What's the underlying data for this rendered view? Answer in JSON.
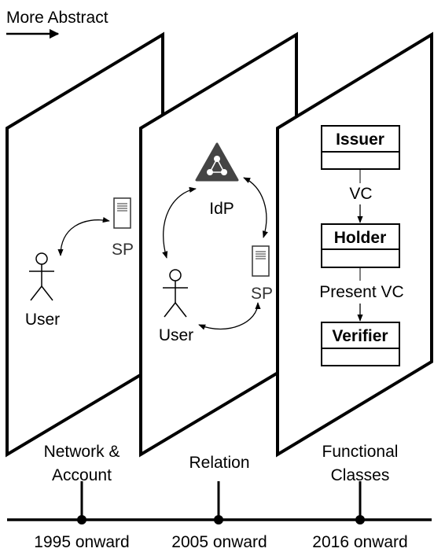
{
  "header": {
    "label": "More Abstract"
  },
  "layers": [
    {
      "caption_lines": [
        "Network &",
        "Account"
      ],
      "actors": {
        "user": "User",
        "sp": "SP"
      }
    },
    {
      "caption_lines": [
        "Relation"
      ],
      "actors": {
        "idp": "IdP",
        "user": "User",
        "sp": "SP"
      }
    },
    {
      "caption_lines": [
        "Functional",
        "Classes"
      ],
      "classes": {
        "issuer": "Issuer",
        "holder": "Holder",
        "verifier": "Verifier"
      },
      "flows": {
        "issue": "VC",
        "present": "Present VC"
      }
    }
  ],
  "timeline": {
    "points": [
      "1995 onward",
      "2005 onward",
      "2016 onward"
    ]
  }
}
